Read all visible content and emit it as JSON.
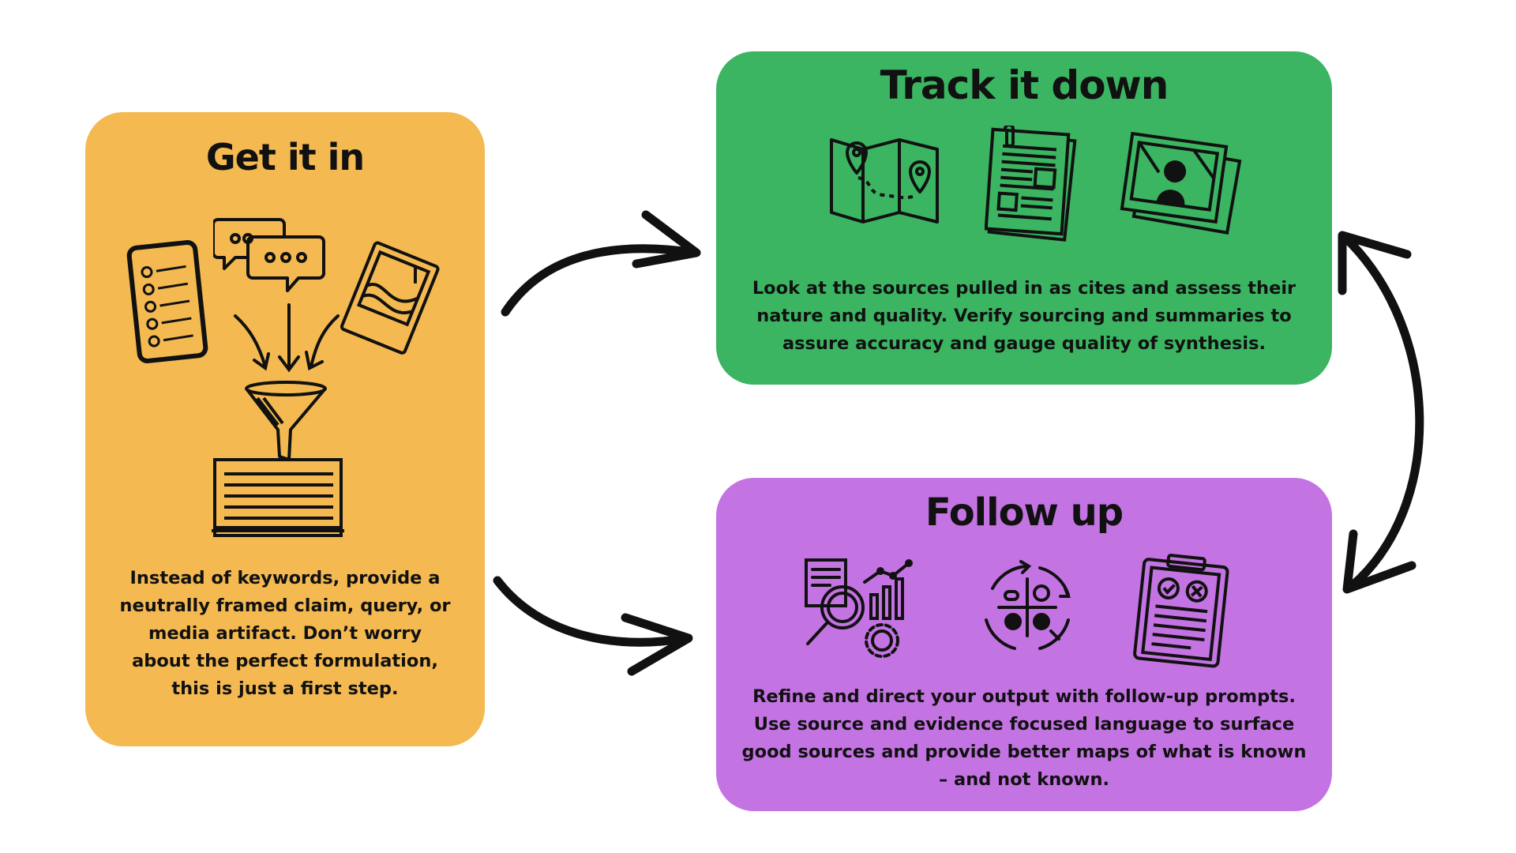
{
  "cards": {
    "get_it_in": {
      "title": "Get it in",
      "body": "Instead of keywords, provide a neutrally framed claim, query, or media artifact. Don’t worry about the perfect formulation, this is just a first step.",
      "color": "#f4b950"
    },
    "track_it_down": {
      "title": "Track it down",
      "body": "Look at the sources pulled in as cites and assess their nature and quality. Verify sourcing and summaries to assure accuracy and gauge quality of synthesis.",
      "color": "#3bb562"
    },
    "follow_up": {
      "title": "Follow up",
      "body": "Refine and direct your output with follow-up prompts. Use source and evidence focused language to surface good sources and provide better maps of what is known – and not known.",
      "color": "#c473e3"
    }
  },
  "icons": {
    "get_it_in": [
      "phone-checklist-icon",
      "chat-bubbles-icon",
      "photo-icon",
      "arrows-down-icon",
      "funnel-icon",
      "note-stack-icon"
    ],
    "track_it_down": [
      "map-icon",
      "newspaper-icon",
      "photos-icon"
    ],
    "follow_up": [
      "research-analytics-icon",
      "strategy-cycle-icon",
      "checklist-clipboard-icon"
    ]
  }
}
